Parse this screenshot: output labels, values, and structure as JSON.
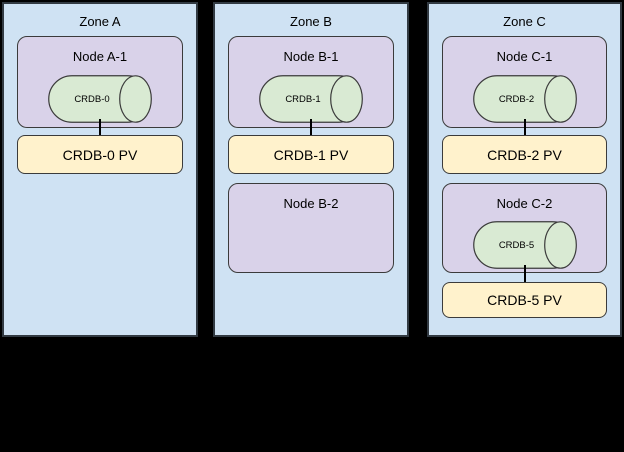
{
  "colors": {
    "background": "#000000",
    "zone_fill": "#cfe2f3",
    "zone_border": "#323a42",
    "node_fill": "#d9d2e9",
    "pod_cylinder_fill": "#d9ead3",
    "pv_fill": "#fff2cc",
    "shape_border": "#3b3b3b",
    "text": "#000000"
  },
  "zones": [
    {
      "label": "Zone A",
      "nodes": [
        {
          "label": "Node A-1",
          "pod": "CRDB-0",
          "pv": "CRDB-0 PV"
        }
      ]
    },
    {
      "label": "Zone B",
      "nodes": [
        {
          "label": "Node B-1",
          "pod": "CRDB-1",
          "pv": "CRDB-1 PV"
        },
        {
          "label": "Node B-2"
        }
      ]
    },
    {
      "label": "Zone C",
      "nodes": [
        {
          "label": "Node C-1",
          "pod": "CRDB-2",
          "pv": "CRDB-2 PV"
        },
        {
          "label": "Node C-2",
          "pod": "CRDB-5",
          "pv": "CRDB-5 PV"
        }
      ]
    }
  ]
}
